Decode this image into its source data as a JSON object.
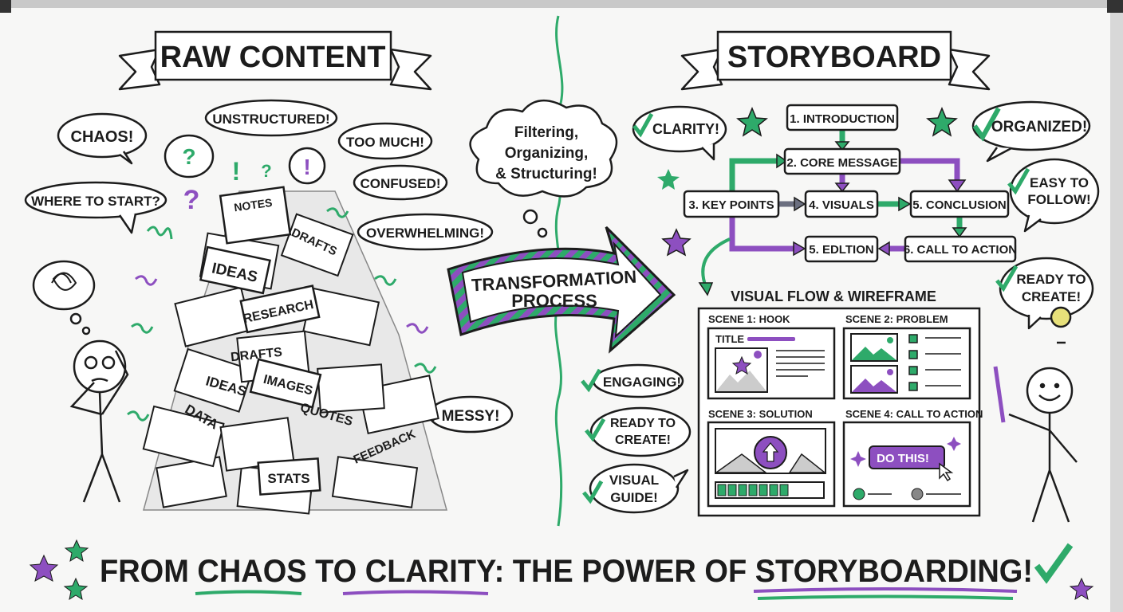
{
  "colors": {
    "green": "#2eaa6a",
    "purple": "#8d4fc0",
    "ink": "#1c1c1c",
    "board": "#f7f7f6",
    "frame": "#c9c9c9"
  },
  "left": {
    "banner": "RAW CONTENT",
    "bubbles": [
      "CHAOS!",
      "UNSTRUCTURED!",
      "TOO MUCH!",
      "WHERE TO START?",
      "CONFUSED!",
      "OVERWHELMING!",
      "MESSY!"
    ],
    "pile_labels": [
      "NOTES",
      "DRAFTS",
      "IDEAS",
      "RESEARCH",
      "DRAFTS",
      "IMAGES",
      "IDEAS",
      "DATA",
      "QUOTES",
      "FEEDBACK",
      "STATS"
    ],
    "marks": [
      "?",
      "!",
      "?",
      "?",
      "!"
    ]
  },
  "middle": {
    "thought": [
      "Filtering,",
      "Organizing,",
      "& Structuring!"
    ],
    "arrow": [
      "TRANSFORMATION",
      "PROCESS"
    ]
  },
  "right": {
    "banner": "STORYBOARD",
    "bubbles": {
      "clarity": "CLARITY!",
      "organized": "ORGANIZED!",
      "easy": [
        "EASY TO",
        "FOLLOW!"
      ],
      "ready_top": [
        "READY TO",
        "CREATE!"
      ],
      "engaging": "ENGAGING!",
      "ready": [
        "READY TO",
        "CREATE!"
      ],
      "guide": [
        "VISUAL",
        "GUIDE!"
      ]
    },
    "flow": [
      "1. INTRODUCTION",
      "2. CORE MESSAGE",
      "3. KEY POINTS",
      "4. VISUALS",
      "5. CONCLUSION",
      "5. EDLTION",
      "6. CALL TO ACTION"
    ],
    "wireframe": {
      "title": "VISUAL FLOW & WIREFRAME",
      "scenes": [
        "SCENE 1: HOOK",
        "SCENE 2: PROBLEM",
        "SCENE 3: SOLUTION",
        "SCENE 4: CALL TO ACTION"
      ],
      "hook_title": "TITLE",
      "cta_button": "DO THIS!",
      "progress_fraction": 0.7
    }
  },
  "footer": {
    "parts": [
      "FROM ",
      "CHAOS",
      " TO ",
      "CLARITY",
      ": THE POWER OF ",
      "STORYBOARDING",
      "!"
    ]
  }
}
